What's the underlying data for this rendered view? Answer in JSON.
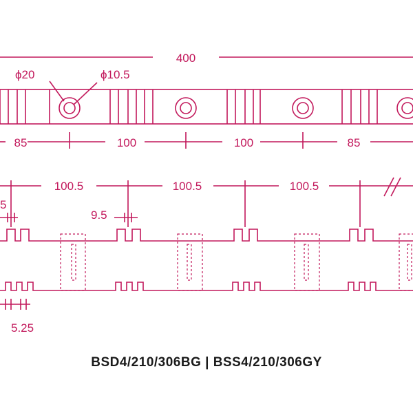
{
  "colors": {
    "line": "#c2185b",
    "caption": "#1a1a1a"
  },
  "top_view": {
    "overall_length": "400",
    "hole_outer_dia": "ϕ20",
    "hole_inner_dia": "ϕ10.5",
    "spacings": [
      "85",
      "100",
      "100",
      "85"
    ]
  },
  "side_view": {
    "pitch": [
      "100.5",
      "100.5",
      "100.5"
    ],
    "left_partial": "5",
    "slot_width": "9.5",
    "small_pitch": "5.25"
  },
  "caption": "BSD4/210/306BG  |  BSS4/210/306GY"
}
